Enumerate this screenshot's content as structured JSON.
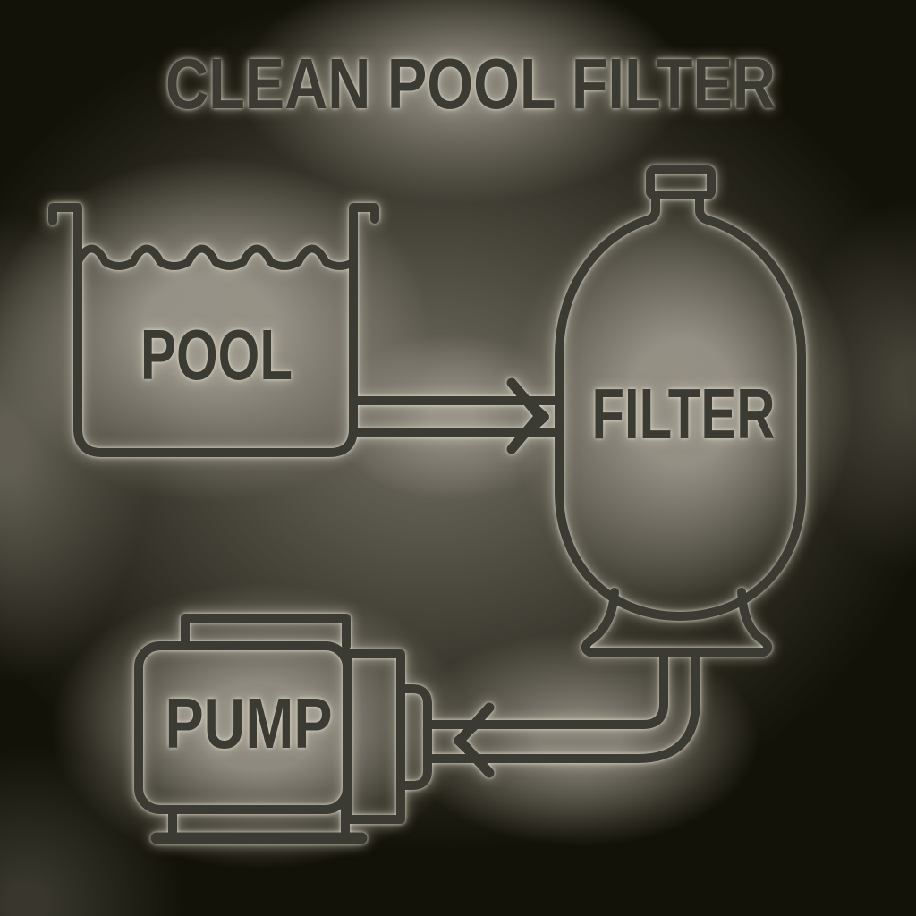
{
  "title": "CLEAN POOL FILTER",
  "nodes": [
    {
      "id": "pool",
      "label": "POOL"
    },
    {
      "id": "filter",
      "label": "FILTER"
    },
    {
      "id": "pump",
      "label": "PUMP"
    }
  ],
  "connections": [
    {
      "from": "pool",
      "to": "filter",
      "arrow": "chevron-right"
    },
    {
      "from": "filter",
      "to": "pump",
      "arrow": "chevron-left"
    }
  ],
  "colors": {
    "line": "#3b3a33",
    "halo": "#d6d0c2",
    "background_light": "#928d81",
    "background_dark": "#131208"
  }
}
